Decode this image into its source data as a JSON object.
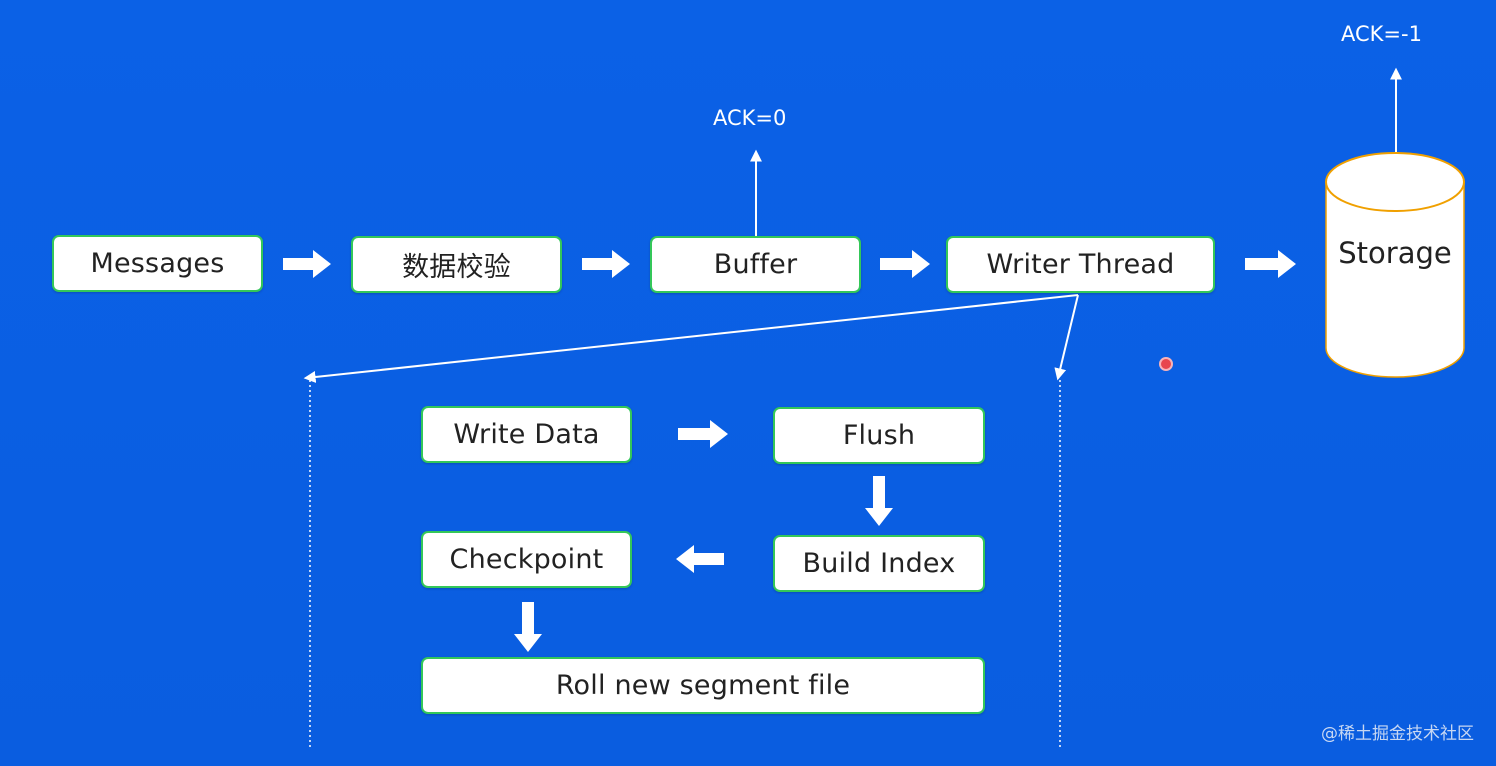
{
  "colors": {
    "background": "#0a5fe3",
    "box_fill": "#ffffff",
    "box_border": "#34c759",
    "arrow": "#ffffff",
    "storage_rim": "#f0a000",
    "cursor_marker": "#e8464d"
  },
  "pipeline": {
    "messages": "Messages",
    "validate": "数据校验",
    "buffer": "Buffer",
    "writer_thread": "Writer Thread",
    "storage": "Storage"
  },
  "acks": {
    "buffer": "ACK=0",
    "storage": "ACK=-1"
  },
  "writer_detail": {
    "write_data": "Write Data",
    "flush": "Flush",
    "build_index": "Build Index",
    "checkpoint": "Checkpoint",
    "roll_segment": "Roll new segment file"
  },
  "watermark": "@稀土掘金技术社区"
}
